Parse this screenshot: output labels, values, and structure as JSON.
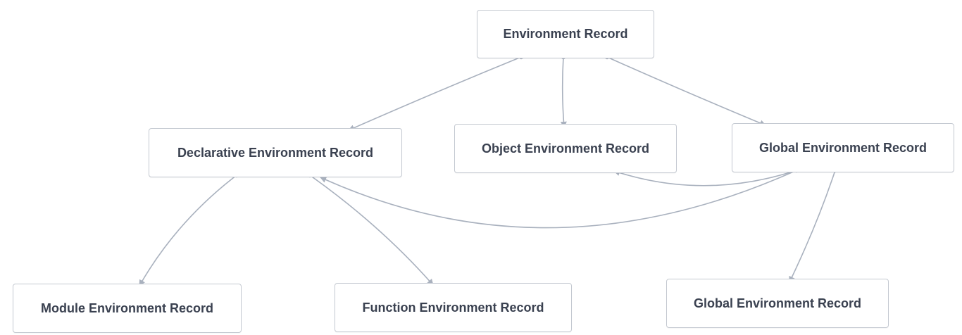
{
  "diagram": {
    "colors": {
      "edge": "#a9b1be",
      "node_border": "#c4c9d1",
      "node_text": "#3a4150",
      "background": "#ffffff"
    },
    "nodes": {
      "environment_record": {
        "label": "Environment Record"
      },
      "declarative_environment_record": {
        "label": "Declarative Environment Record"
      },
      "object_environment_record": {
        "label": "Object Environment Record"
      },
      "global_environment_record_top": {
        "label": "Global Environment Record"
      },
      "module_environment_record": {
        "label": "Module Environment Record"
      },
      "function_environment_record": {
        "label": "Function Environment Record"
      },
      "global_environment_record_bottom": {
        "label": "Global Environment Record"
      }
    },
    "edges": [
      {
        "from": "environment_record",
        "to": "declarative_environment_record"
      },
      {
        "from": "environment_record",
        "to": "object_environment_record"
      },
      {
        "from": "environment_record",
        "to": "global_environment_record_top"
      },
      {
        "from": "declarative_environment_record",
        "to": "module_environment_record"
      },
      {
        "from": "declarative_environment_record",
        "to": "function_environment_record"
      },
      {
        "from": "global_environment_record_top",
        "to": "object_environment_record"
      },
      {
        "from": "global_environment_record_top",
        "to": "declarative_environment_record"
      },
      {
        "from": "global_environment_record_top",
        "to": "global_environment_record_bottom"
      }
    ]
  }
}
